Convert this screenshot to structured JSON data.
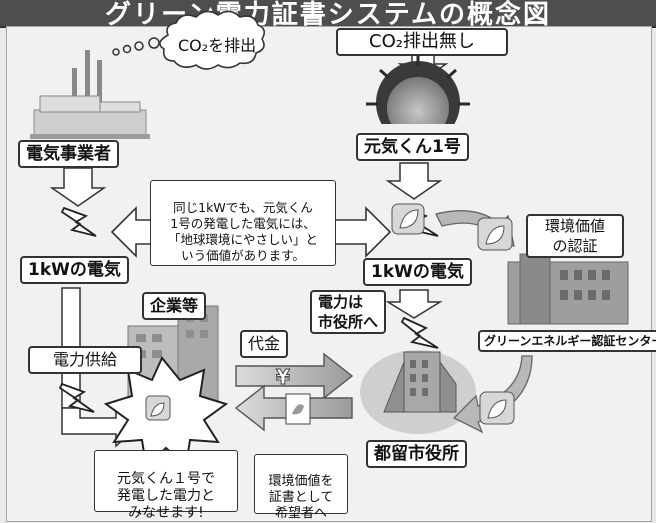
{
  "header": {
    "title": "グリーン電力証書システムの概念図"
  },
  "labels": {
    "co2_emit": "CO₂を排出",
    "co2_none": "CO₂排出無し",
    "utility": "電気事業者",
    "genki1": "元気くん1号",
    "kwh_left": "1kWの電気",
    "kwh_right": "1kWの電気",
    "companies": "企業等",
    "power_supply": "電力供給",
    "payment": "代金",
    "power_to_city": "電力は\n市役所へ",
    "green_center": "グリーンエネルギー認証センター",
    "env_value_cert": "環境価値\nの認証",
    "city_hall": "都留市役所",
    "note_center": "同じ1kWでも、元気くん\n1号の発電した電気には、\n「地球環境にやさしい」と\nいう価値があります。",
    "note_deemed": "元気くん１号で\n発電した電力と\nみなせます!",
    "note_cert": "環境価値を\n証書として\n希望者へ"
  },
  "icons": {
    "yen": "¥",
    "lightning": "lightning-icon",
    "leaf": "leaf-icon"
  },
  "colors": {
    "header_bg": "#4e4e4e",
    "panel_bg": "#f1f1f1",
    "arrow_fill": "#ffffff",
    "gray_fill": "#b8b8b8"
  }
}
